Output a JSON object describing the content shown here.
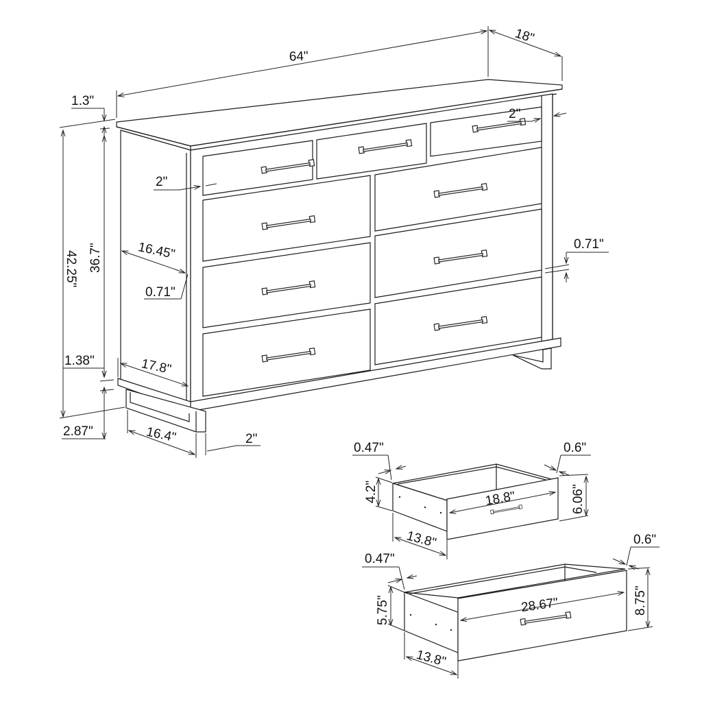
{
  "diagram": {
    "title": "Dresser dimension drawing",
    "colors": {
      "line": "#1a1a1a",
      "background": "#ffffff"
    },
    "dresser": {
      "labels": {
        "width": "64\"",
        "depth": "18\"",
        "top_thickness": "1.3\"",
        "total_height": "42.25\"",
        "case_height": "36.7\"",
        "side_inset_top": "2\"",
        "right_stile": "2\"",
        "inner_depth": "16.45\"",
        "left_rail": "0.71\"",
        "right_rail": "0.71\"",
        "base_height": "1.38\"",
        "base_depth": "17.8\"",
        "leg_height": "2.87\"",
        "leg_depth": "16.4\"",
        "leg_width": "2\""
      },
      "drawers": {
        "top_row_count": 3,
        "lower_rows": 3,
        "lower_columns": 2
      }
    },
    "small_drawer": {
      "labels": {
        "side_thickness": "0.47\"",
        "front_thickness": "0.6\"",
        "box_height": "4.2\"",
        "front_width": "18.8\"",
        "front_height": "6.06\"",
        "depth": "13.8\""
      }
    },
    "large_drawer": {
      "labels": {
        "side_thickness": "0.47\"",
        "front_thickness": "0.6\"",
        "box_height": "5.75\"",
        "front_width": "28.67\"",
        "front_height": "8.75\"",
        "depth": "13.8\""
      }
    }
  }
}
